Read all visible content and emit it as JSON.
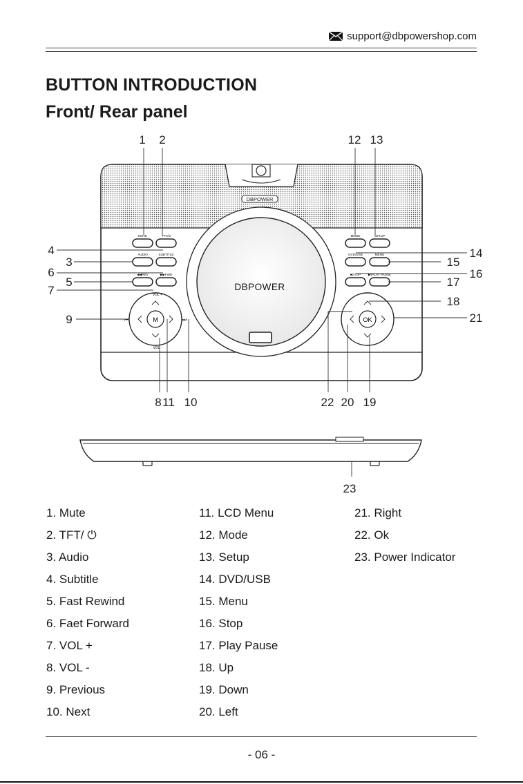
{
  "header": {
    "email": "support@dbpowershop.com",
    "icon": "envelope-icon"
  },
  "title": "BUTTON INTRODUCTION",
  "subtitle": "Front/ Rear panel",
  "device": {
    "brand_top": "DBPOWER",
    "brand_disc": "DBPOWER",
    "left_buttons": [
      {
        "row": 1,
        "left": "MUTE",
        "right": "TFT/⏻"
      },
      {
        "row": 2,
        "left": "AUDIO",
        "right": "SUBTITLE"
      },
      {
        "row": 3,
        "left": "◀◀REV",
        "right": "▶▶FWD"
      }
    ],
    "right_buttons": [
      {
        "row": 1,
        "left": "MODE",
        "right": "SETUP"
      },
      {
        "row": 2,
        "left": "DVD/USB",
        "right": "MENU"
      },
      {
        "row": 3,
        "left": "■STOP",
        "right": "▶‖PLAY PAUSE"
      }
    ],
    "left_pad_center": "M",
    "right_pad_center": "OK",
    "vol_plus": "VOL +",
    "vol_minus": "VOL -",
    "callouts": [
      "1",
      "2",
      "3",
      "4",
      "5",
      "6",
      "7",
      "8",
      "9",
      "10",
      "11",
      "12",
      "13",
      "14",
      "15",
      "16",
      "17",
      "18",
      "19",
      "20",
      "21",
      "22",
      "23"
    ]
  },
  "legend": {
    "col1": [
      "1. Mute",
      "2. TFT/ ⏻",
      "3. Audio",
      "4. Subtitle",
      "5. Fast Rewind",
      "6. Faet Forward",
      "7. VOL +",
      "8. VOL -",
      "9. Previous",
      "10. Next"
    ],
    "col2": [
      "11. LCD Menu",
      "12. Mode",
      "13. Setup",
      "14. DVD/USB",
      "15. Menu",
      "16. Stop",
      "17. Play Pause",
      "18. Up",
      "19. Down",
      "20. Left"
    ],
    "col3": [
      "21. Right",
      "22. Ok",
      "23. Power Indicator"
    ]
  },
  "page_number": "- 06 -"
}
